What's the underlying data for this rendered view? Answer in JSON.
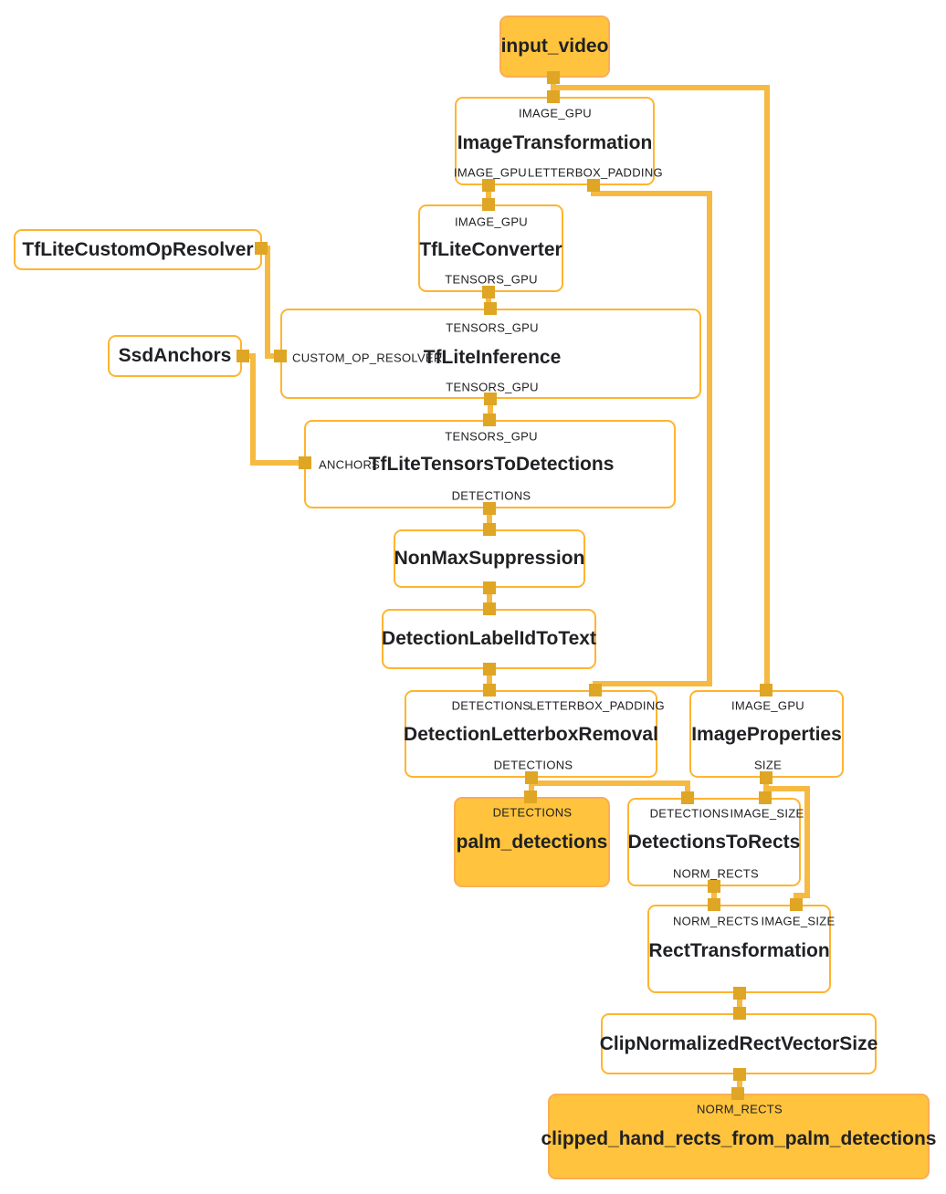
{
  "colors": {
    "edge": "#F6BA42",
    "port": "#DFA524",
    "io_node_fill": "#FFC33D",
    "io_node_border": "#FBAD55",
    "calculator_border": "#FFB430",
    "text": "#202124",
    "background": "#ffffff"
  },
  "nodes": {
    "input_video": {
      "label": "input_video"
    },
    "image_transformation": {
      "label": "ImageTransformation",
      "in_image_gpu": "IMAGE_GPU",
      "out_image_gpu": "IMAGE_GPU",
      "out_letterbox_padding": "LETTERBOX_PADDING"
    },
    "tflite_converter": {
      "label": "TfLiteConverter",
      "in_image_gpu": "IMAGE_GPU",
      "out_tensors_gpu": "TENSORS_GPU"
    },
    "tflite_custom_op_resolver": {
      "label": "TfLiteCustomOpResolver"
    },
    "ssd_anchors": {
      "label": "SsdAnchors"
    },
    "tflite_inference": {
      "label": "TfLiteInference",
      "in_tensors_gpu": "TENSORS_GPU",
      "in_custom_op_resolver": "CUSTOM_OP_RESOLVER",
      "out_tensors_gpu": "TENSORS_GPU"
    },
    "tflite_tensors_to_detections": {
      "label": "TfLiteTensorsToDetections",
      "in_tensors_gpu": "TENSORS_GPU",
      "in_anchors": "ANCHORS",
      "out_detections": "DETECTIONS"
    },
    "non_max_suppression": {
      "label": "NonMaxSuppression"
    },
    "detection_label_id_to_text": {
      "label": "DetectionLabelIdToText"
    },
    "detection_letterbox_removal": {
      "label": "DetectionLetterboxRemoval",
      "in_detections": "DETECTIONS",
      "in_letterbox_padding": "LETTERBOX_PADDING",
      "out_detections": "DETECTIONS"
    },
    "image_properties": {
      "label": "ImageProperties",
      "in_image_gpu": "IMAGE_GPU",
      "out_size": "SIZE"
    },
    "palm_detections": {
      "label": "palm_detections",
      "in_detections": "DETECTIONS"
    },
    "detections_to_rects": {
      "label": "DetectionsToRects",
      "in_detections": "DETECTIONS",
      "in_image_size": "IMAGE_SIZE",
      "out_norm_rects": "NORM_RECTS"
    },
    "rect_transformation": {
      "label": "RectTransformation",
      "in_norm_rects": "NORM_RECTS",
      "in_image_size": "IMAGE_SIZE"
    },
    "clip_normalized_rect_vector_size": {
      "label": "ClipNormalizedRectVectorSize"
    },
    "clipped_hand_rects_from_palm_detections": {
      "label": "clipped_hand_rects_from_palm_detections",
      "in_norm_rects": "NORM_RECTS"
    }
  }
}
